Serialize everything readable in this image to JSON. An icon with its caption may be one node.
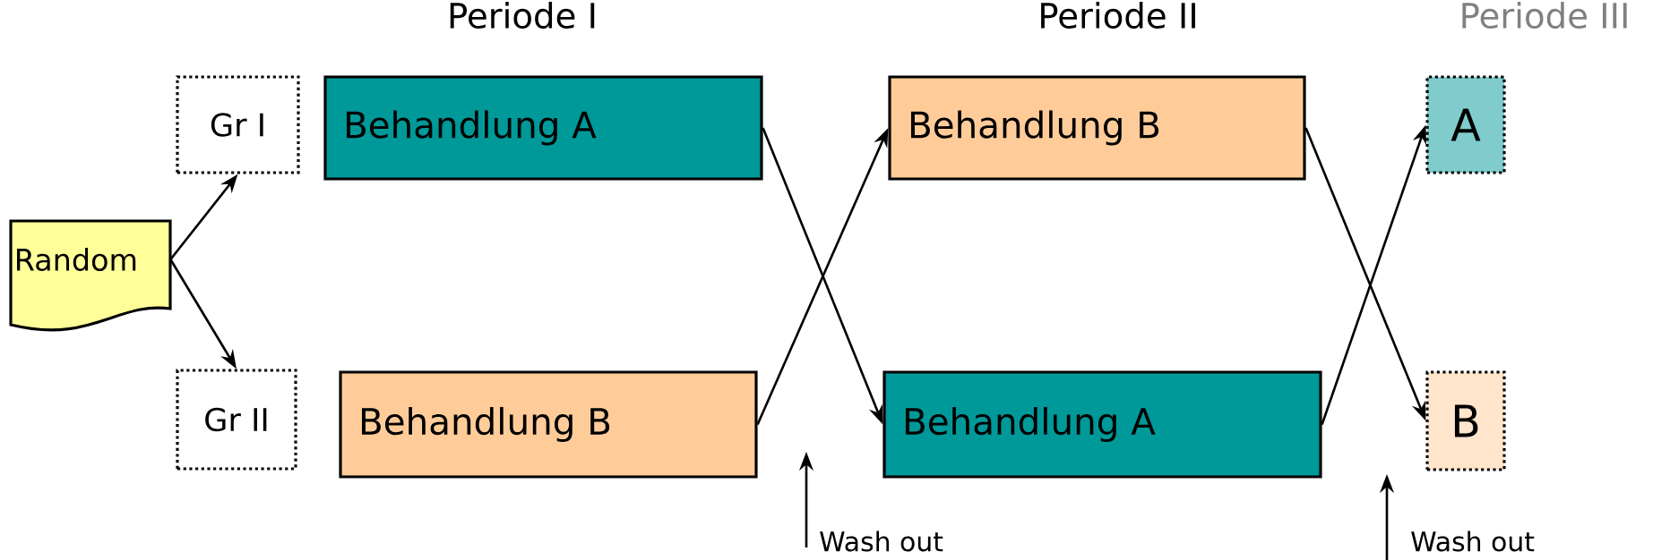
{
  "diagram": {
    "nodes": [
      {
        "text": [
          "Random"
        ]
      },
      {
        "text": [
          "Gr I"
        ]
      },
      {
        "text": [
          "Gr II"
        ]
      },
      {
        "text": [
          "Behandlung A"
        ]
      },
      {
        "text": [
          "Behandlung B"
        ]
      },
      {
        "text": [
          "Behandlung B"
        ]
      },
      {
        "text": [
          "Behandlung A"
        ]
      },
      {
        "text": [
          "A"
        ]
      },
      {
        "text": [
          "B"
        ]
      }
    ],
    "edges": [
      {
        "from": 0,
        "to": 1,
        "arrow": "to"
      },
      {
        "from": 0,
        "to": 2,
        "arrow": "to"
      },
      {
        "from": 3,
        "to": 6,
        "arrow": "to"
      },
      {
        "from": 4,
        "to": 5,
        "arrow": "to"
      },
      {
        "from": 5,
        "to": 8,
        "arrow": "to"
      },
      {
        "from": 6,
        "to": 7,
        "arrow": "to"
      }
    ],
    "labels": [
      "Periode I",
      "Periode II",
      "Periode III",
      "Wash out",
      "Wash out"
    ]
  }
}
